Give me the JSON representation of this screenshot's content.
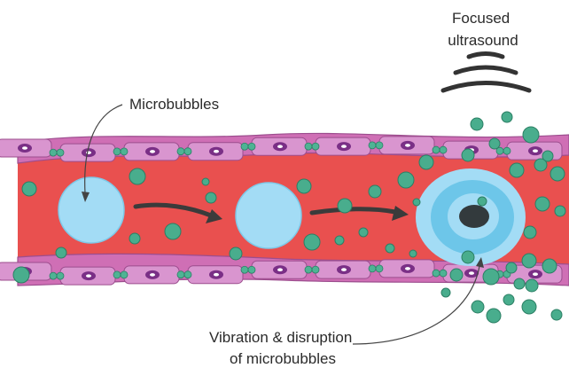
{
  "diagram": {
    "labels": {
      "focused_ultrasound": [
        "Focused",
        "ultrasound"
      ],
      "microbubbles": "Microbubbles",
      "vibration": [
        "Vibration & disruption",
        "of microbubbles"
      ]
    },
    "colors": {
      "vessel_lumen": "#e9504f",
      "vessel_wall": "#cf6fb5",
      "cell_fill": "#d995cf",
      "cell_border": "#9c4d8e",
      "nucleus": "#7a2f86",
      "nucleus_core": "#ffffff",
      "junction": "#4fb394",
      "microbubble": "#a3dcf5",
      "microbubble_ring": "#6dc6e9",
      "disrupted_core": "#333a3d",
      "particle": "#49ad8d",
      "particle_border": "#2b7f64",
      "arrow": "#3b3b3b",
      "ultrasound_wave": "#333333"
    }
  }
}
